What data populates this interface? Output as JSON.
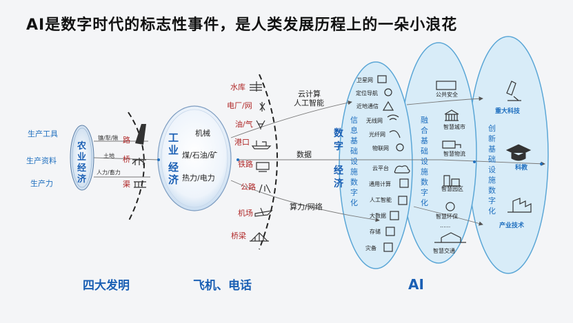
{
  "title": "AI是数字时代的标志性事件，是人类发展历程上的一朵小浪花",
  "left_labels": [
    "生产工具",
    "生产资料",
    "生产力"
  ],
  "agri": {
    "label": [
      "农",
      "业",
      "经",
      "济"
    ],
    "small_top": "镰/犁/锹",
    "small_mid": "土地",
    "small_bot": "人力/畜力",
    "items": [
      "路",
      "桥",
      "渠"
    ]
  },
  "industry": {
    "label": [
      "工",
      "业",
      "经",
      "济"
    ],
    "inner": [
      "机械",
      "煤/石油/矿",
      "热力/电力"
    ],
    "items": [
      "水库",
      "电厂/网",
      "油/气",
      "港口",
      "铁路",
      "公路",
      "机场",
      "桥梁"
    ]
  },
  "connectors": {
    "cloud_ai": [
      "云计算",
      "人工智能"
    ],
    "data": "数据",
    "compute": "算力/网络"
  },
  "digital": {
    "label": [
      "数",
      "字",
      "经",
      "济"
    ],
    "col_title": [
      "信",
      "息",
      "基",
      "础",
      "设",
      "施",
      "数",
      "字",
      "化"
    ],
    "items": [
      "卫星网",
      "定位导航",
      "近地通信",
      "无线网",
      "光纤网",
      "物联网",
      "云平台",
      "通用计算",
      "人工智能",
      "大数据",
      "存储",
      "灾备"
    ]
  },
  "fusion": {
    "col_title": [
      "融",
      "合",
      "基",
      "础",
      "设",
      "施",
      "数",
      "字",
      "化"
    ],
    "items": [
      "公共安全",
      "智慧城市",
      "智慧物流",
      "智慧园区",
      "智慧环保",
      "......",
      "智慧交通"
    ]
  },
  "innovation": {
    "col_title": [
      "创",
      "新",
      "基",
      "础",
      "设",
      "施",
      "数",
      "字",
      "化"
    ],
    "items": [
      "重大科技",
      "科教",
      "产业技术"
    ]
  },
  "bottom": [
    "四大发明",
    "飞机、电话",
    "AI"
  ],
  "colors": {
    "accent_blue": "#1f6fbf",
    "accent_red": "#b02828",
    "ellipse_fill": "#d8ecf8",
    "ellipse_stroke": "#5aa6d6"
  }
}
